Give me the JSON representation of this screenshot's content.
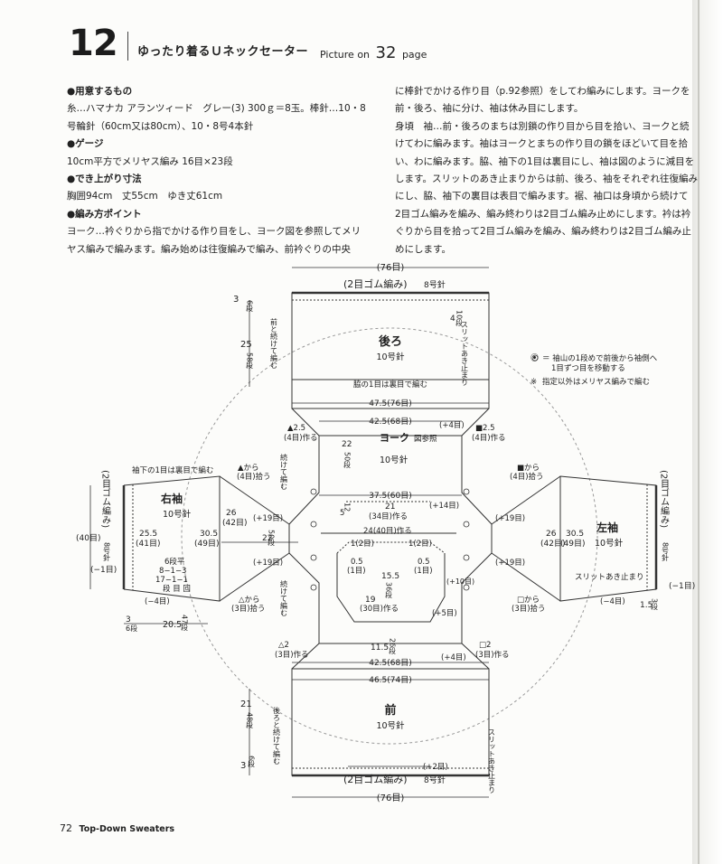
{
  "header": {
    "number": "12",
    "title": "ゆったり着るＵネックセーター",
    "picture_on_label": "Picture on",
    "picture_page": "32",
    "page_label": "page"
  },
  "instructions_left": [
    {
      "text": "●用意するもの",
      "heading": true
    },
    {
      "text": "糸…ハマナカ アランツィード　グレー(3) 300ｇ＝8玉。棒針…10・8",
      "heading": false
    },
    {
      "text": "号輪針（60cm又は80cm）、10・8号4本針",
      "heading": false
    },
    {
      "text": "●ゲージ",
      "heading": true
    },
    {
      "text": "10cm平方でメリヤス編み 16目×23段",
      "heading": false
    },
    {
      "text": "●でき上がり寸法",
      "heading": true
    },
    {
      "text": "胸囲94cm　丈55cm　ゆき丈61cm",
      "heading": false
    },
    {
      "text": "●編み方ポイント",
      "heading": true
    },
    {
      "text": "ヨーク…衿ぐりから指でかける作り目をし、ヨーク図を参照してメリ",
      "heading": false
    },
    {
      "text": "ヤス編みで編みます。編み始めは往復編みで編み、前衿ぐりの中央",
      "heading": false
    }
  ],
  "instructions_right": [
    "に棒針でかける作り目（p.92参照）をしてわ編みにします。ヨークを",
    "前・後ろ、袖に分け、袖は休み目にします。",
    "身頃　袖…前・後ろのまちは別鎖の作り目から目を拾い、ヨークと続",
    "けてわに編みます。袖はヨークとまちの作り目の鎖をほどいて目を拾",
    "い、わに編みます。脇、袖下の1目は裏目にし、袖は図のように減目を",
    "します。スリットのあき止まりからは前、後ろ、袖をそれぞれ往復編み",
    "にし、脇、袖下の裏目は表目で編みます。裾、袖口は身頃から続けて",
    "2目ゴム編みを編み、編み終わりは2目ゴム編み止めにします。衿は衿",
    "ぐりから目を拾って2目ゴム編みを編み、編み終わりは2目ゴム編み止",
    "めにします。"
  ],
  "diagram": {
    "back": {
      "name": "後ろ",
      "needle": "10号針",
      "top_width": "(76目)",
      "rib": "(2目ゴム編み)",
      "rib_needle": "8号針",
      "ease": "3",
      "rows_top": "6段",
      "length": "25",
      "length_rows": "58段",
      "cont": "前と続けて編む",
      "slit": "スリットあき止まり",
      "slit_len": "4",
      "slit_rows": "10段",
      "side_note": "脇の1目は裏目で編む",
      "w_body": "47.5(76目)",
      "w_yoke": "42.5(68目)",
      "plus": "(+4目)"
    },
    "front": {
      "name": "前",
      "needle": "10号針",
      "w_body": "46.5(74目)",
      "w_yoke": "42.5(68目)",
      "plus": "(+4目)",
      "rib": "(2目ゴム編み)",
      "rib_needle": "8号針",
      "bottom_width": "(76目)",
      "plus_rib": "(+2目)",
      "length": "21",
      "length_rows": "48段",
      "rib_len": "3",
      "rib_rows": "6段",
      "cont": "後ろと続けて編む",
      "slit": "スリットあき止まり"
    },
    "yoke": {
      "name": "ヨーク",
      "ref": "図参照",
      "needle": "10号針",
      "h": "22",
      "h_rows": "50段",
      "w": "37.5(60目)",
      "w_inner": "21",
      "w_inner_st": "(34目)作る",
      "plus14": "(+14目)",
      "neck": "24(40目)作る",
      "one_l": "1(2目)",
      "one_r": "1(2目)",
      "half_l": "0.5",
      "half_l_st": "(1目)",
      "half_r": "0.5",
      "half_r_st": "(1目)",
      "depth": "15.5",
      "depth_rows": "36段",
      "bottom": "19",
      "bottom_st": "(30目)作る",
      "plus5": "(+5目)",
      "plus10": "(+10目)",
      "front_depth": "11.5",
      "front_rows": "26段",
      "sleeve_h": "22",
      "sleeve_rows": "50段",
      "small": "5",
      "small_rows": "12段",
      "small2": "12",
      "small2_rows": "(12)段",
      "cont": "続けて編む"
    },
    "gussets": {
      "tl": "▲2.5",
      "tl_st": "(4目)作る",
      "tr": "■2.5",
      "tr_st": "(4目)作る",
      "bl": "△2",
      "bl_st": "(3目)作る",
      "br": "□2",
      "br_st": "(3目)作る",
      "pick_tl": "▲から",
      "pick_tl_st": "(4目)拾う",
      "pick_bl": "△から",
      "pick_bl_st": "(3目)拾う",
      "pick_tr": "■から",
      "pick_tr_st": "(4目)拾う",
      "pick_br": "□から",
      "pick_br_st": "(3目)拾う"
    },
    "right_sleeve": {
      "name": "右袖",
      "needle": "10号針",
      "rib": "(2目ゴム編み)",
      "rib_needle": "8号針",
      "st40": "(40目)",
      "minus1": "(−1目)",
      "minus4": "(−4目)",
      "cuff": "25.5",
      "cuff_st": "(41目)",
      "w": "30.5",
      "w_st": "(49目)",
      "upper": "26",
      "upper_st": "(42目)",
      "plus19a": "(+19目)",
      "plus19b": "(+19目)",
      "dec_head": "6段平",
      "dec1": "8−1−3",
      "dec2": "17−1−1",
      "dec_cols": "段 目 回",
      "len": "20.5",
      "len_rows": "47段",
      "rib_len": "3",
      "rib_rows": "6段",
      "underarm": "袖下の1目は裏目で編む"
    },
    "left_sleeve": {
      "name": "左袖",
      "needle": "10号針",
      "rib": "(2目ゴム編み)",
      "rib_needle": "8号針",
      "upper": "26",
      "upper_st": "(42目)",
      "w": "30.5",
      "w_st": "(49目)",
      "plus19a": "(+19目)",
      "plus19b": "(+19目)",
      "minus1": "(−1目)",
      "minus4": "(−4目)",
      "slit": "スリットあき止まり",
      "slit_len": "1.5",
      "slit_rows": "3段"
    },
    "legend": [
      {
        "symbol": "⦿",
        "text": "＝ 袖山の1段めで前後から袖側へ"
      },
      {
        "symbol": "",
        "text": "1目ずつ目を移動する"
      },
      {
        "symbol": "※",
        "text": "指定以外はメリヤス編みで編む"
      }
    ]
  },
  "footer": {
    "page_number": "72",
    "book_title": "Top-Down Sweaters"
  }
}
